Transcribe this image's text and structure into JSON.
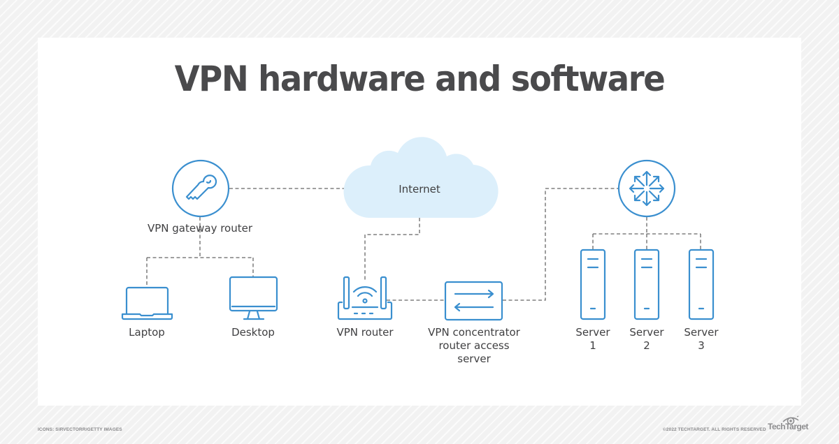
{
  "title": "VPN hardware and software",
  "nodes": {
    "vpn_gateway_router": {
      "label": "VPN gateway router",
      "icon": "key-icon"
    },
    "internet": {
      "label": "Internet",
      "icon": "cloud-icon"
    },
    "core_router": {
      "label": "",
      "icon": "arrows-router-icon"
    },
    "laptop": {
      "label": "Laptop",
      "icon": "laptop-icon"
    },
    "desktop": {
      "label": "Desktop",
      "icon": "desktop-icon"
    },
    "vpn_router": {
      "label": "VPN router",
      "icon": "wifi-router-icon"
    },
    "vpn_concentrator": {
      "label_lines": [
        "VPN concentrator",
        "router access",
        "server"
      ],
      "icon": "exchange-arrows-icon"
    },
    "servers": [
      {
        "label_lines": [
          "Server",
          "1"
        ],
        "icon": "server-icon"
      },
      {
        "label_lines": [
          "Server",
          "2"
        ],
        "icon": "server-icon"
      },
      {
        "label_lines": [
          "Server",
          "3"
        ],
        "icon": "server-icon"
      }
    ]
  },
  "connections": [
    [
      "vpn_gateway_router",
      "internet"
    ],
    [
      "vpn_gateway_router",
      "laptop"
    ],
    [
      "vpn_gateway_router",
      "desktop"
    ],
    [
      "internet",
      "vpn_router"
    ],
    [
      "vpn_router",
      "vpn_concentrator"
    ],
    [
      "vpn_concentrator",
      "core_router"
    ],
    [
      "core_router",
      "servers.0"
    ],
    [
      "core_router",
      "servers.1"
    ],
    [
      "core_router",
      "servers.2"
    ]
  ],
  "colors": {
    "icon_blue": "#3a8fcf",
    "cloud_fill": "#dceffb",
    "connector": "#666666",
    "title_text": "#4a4a4c",
    "label_text": "#3f3f41"
  },
  "footer": {
    "credit": "ICONS: SIRVECTORR/GETTY IMAGES",
    "copyright": "©2022 TECHTARGET. ALL RIGHTS RESERVED",
    "brand": "TechTarget"
  }
}
